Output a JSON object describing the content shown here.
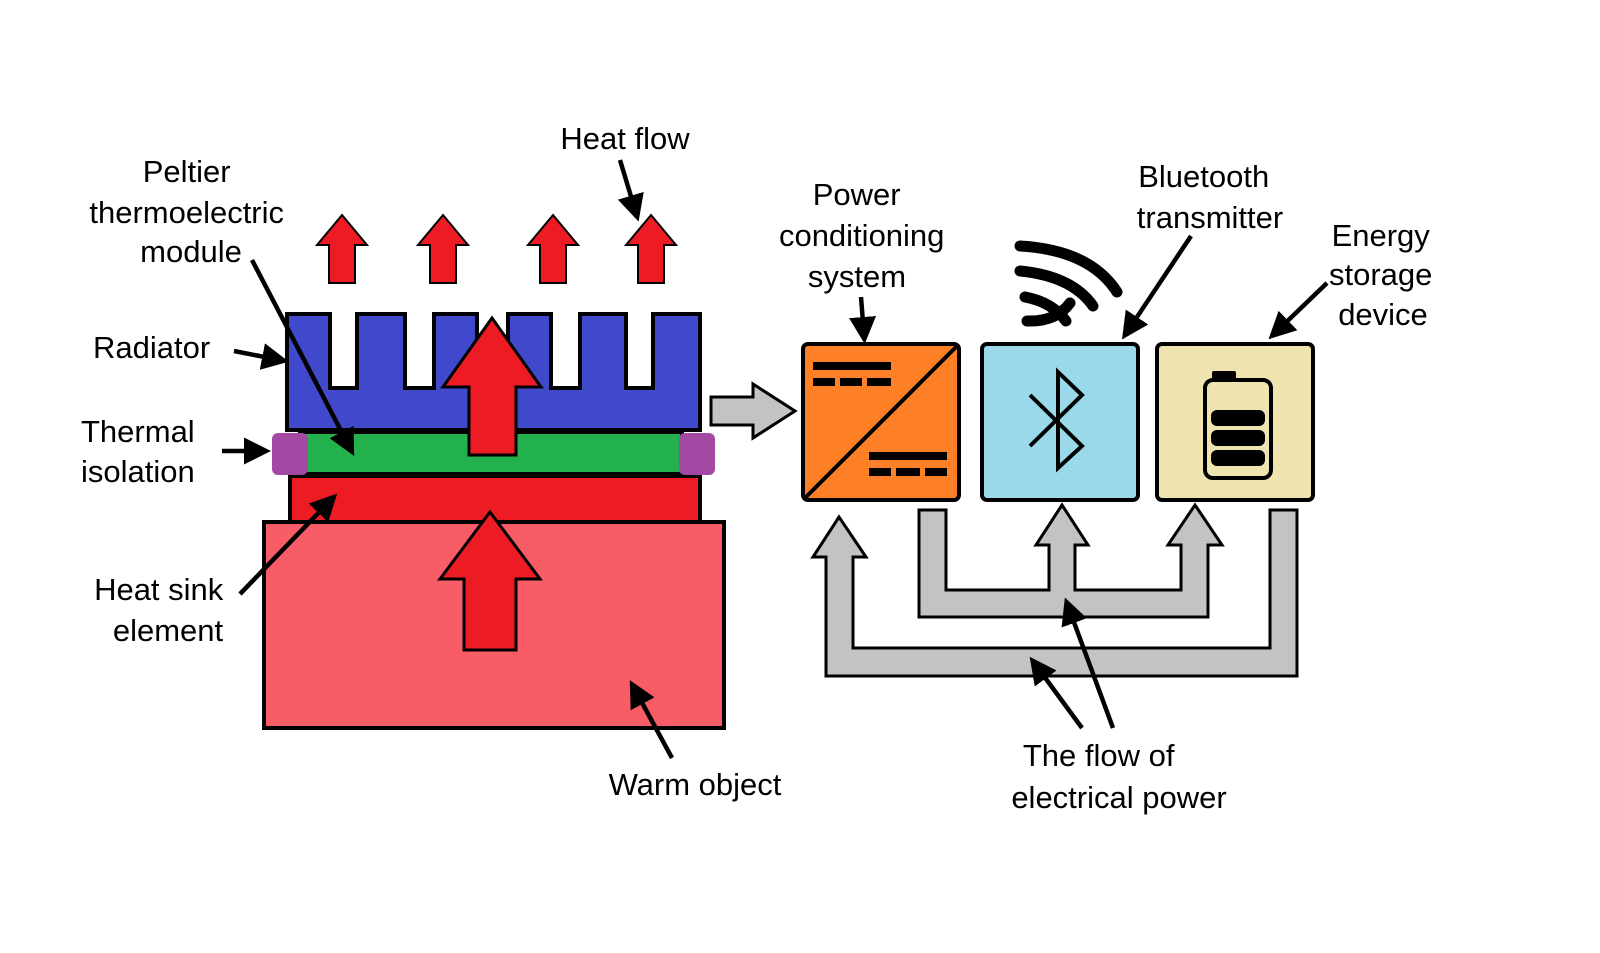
{
  "colors": {
    "radiator": "#4049cc",
    "peltier": "#22b14c",
    "heat_sink": "#ed1c24",
    "warm_object": "#f85c67",
    "isolation": "#a349a4",
    "heat_arrow": "#ed1c24",
    "power_flow": "#c3c3c3",
    "power_conditioning": "#fe8026",
    "bluetooth": "#99d9ea",
    "energy_storage": "#efe4b0"
  },
  "labels": {
    "heat_flow": "Heat flow",
    "peltier": [
      "Peltier",
      "thermoelectric",
      "module"
    ],
    "radiator": "Radiator",
    "thermal_isolation": [
      "Thermal",
      "isolation"
    ],
    "heat_sink": [
      "Heat sink",
      "element"
    ],
    "warm_object": "Warm object",
    "power_conditioning": [
      "Power",
      "conditioning",
      "system"
    ],
    "bluetooth": [
      "Bluetooth",
      "transmitter"
    ],
    "energy_storage": [
      "Energy",
      "storage",
      "device"
    ],
    "power_flow": [
      "The flow of",
      "electrical power"
    ]
  },
  "icons": {
    "power_conditioning": "dc-dc-converter-icon",
    "bluetooth": "bluetooth-icon",
    "wireless": "wireless-signal-icon",
    "battery": "battery-icon"
  },
  "battery_level_bars": 3
}
